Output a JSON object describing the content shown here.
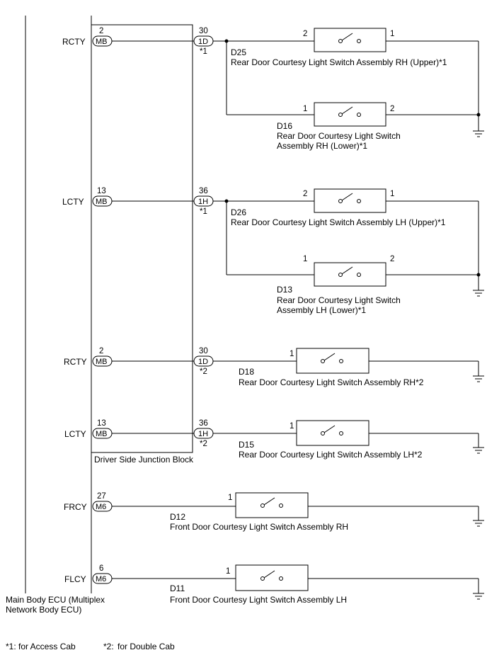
{
  "ecu": {
    "name": "Main Body ECU (Multiplex Network Body ECU)"
  },
  "junction_block": {
    "name": "Driver Side Junction Block"
  },
  "signals": [
    {
      "name": "RCTY",
      "pin": "2",
      "connector": "MB"
    },
    {
      "name": "LCTY",
      "pin": "13",
      "connector": "MB"
    },
    {
      "name": "RCTY",
      "pin": "2",
      "connector": "MB"
    },
    {
      "name": "LCTY",
      "pin": "13",
      "connector": "MB"
    },
    {
      "name": "FRCY",
      "pin": "27",
      "connector": "M6"
    },
    {
      "name": "FLCY",
      "pin": "6",
      "connector": "M6"
    }
  ],
  "jb_connectors": [
    {
      "pin": "30",
      "connector": "1D",
      "note": "*1"
    },
    {
      "pin": "36",
      "connector": "1H",
      "note": "*1"
    },
    {
      "pin": "30",
      "connector": "1D",
      "note": "*2"
    },
    {
      "pin": "36",
      "connector": "1H",
      "note": "*2"
    }
  ],
  "switches": [
    {
      "code": "D25",
      "name": "Rear Door Courtesy Light Switch Assembly RH (Upper)*1",
      "pin_left": "2",
      "pin_right": "1"
    },
    {
      "code": "D16",
      "name_line1": "Rear Door Courtesy Light Switch",
      "name_line2": "Assembly RH (Lower)*1",
      "pin_left": "1",
      "pin_right": "2"
    },
    {
      "code": "D26",
      "name": "Rear Door Courtesy Light Switch Assembly LH (Upper)*1",
      "pin_left": "2",
      "pin_right": "1"
    },
    {
      "code": "D13",
      "name_line1": "Rear Door Courtesy Light Switch",
      "name_line2": "Assembly LH (Lower)*1",
      "pin_left": "1",
      "pin_right": "2"
    },
    {
      "code": "D18",
      "name": "Rear Door Courtesy Light Switch Assembly RH*2",
      "pin_left": "1"
    },
    {
      "code": "D15",
      "name": "Rear Door Courtesy Light Switch Assembly LH*2",
      "pin_left": "1"
    },
    {
      "code": "D12",
      "name": "Front Door Courtesy Light Switch Assembly RH",
      "pin_left": "1"
    },
    {
      "code": "D11",
      "name": "Front Door Courtesy Light Switch Assembly LH",
      "pin_left": "1"
    }
  ],
  "ecu_label": {
    "line1": "Main Body ECU (Multiplex",
    "line2": "Network Body ECU)"
  },
  "footnotes": [
    {
      "key": "*1:",
      "text": "for Access Cab"
    },
    {
      "key": "*2:",
      "text": "for Double Cab"
    }
  ],
  "icons": [
    "ground-symbol",
    "switch-symbol",
    "junction-node"
  ]
}
